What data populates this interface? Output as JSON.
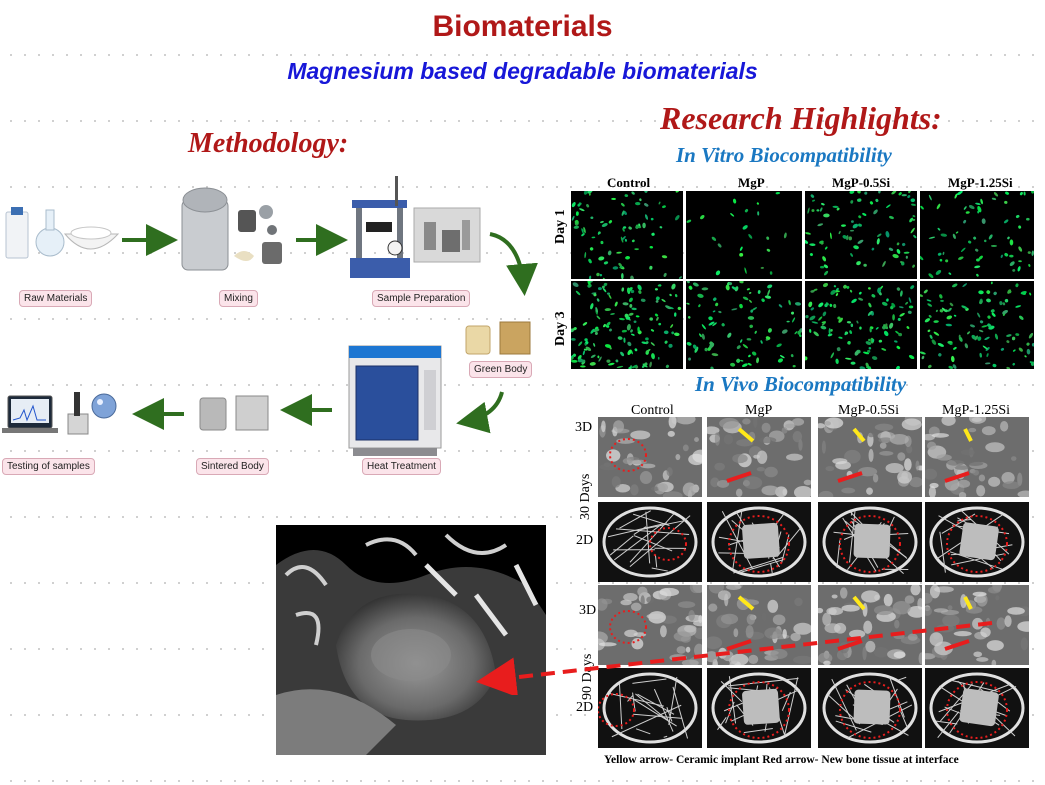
{
  "header": {
    "title": "Biomaterials",
    "subtitle": "Magnesium based degradable biomaterials"
  },
  "sections": {
    "methodology": "Methodology:",
    "research": "Research Highlights:",
    "in_vitro": "In Vitro Biocompatibility",
    "in_vivo": "In Vivo Biocompatibility"
  },
  "process_steps": [
    "Raw Materials",
    "Mixing",
    "Sample Preparation",
    "Green Body",
    "Heat Treatment",
    "Sintered Body",
    "Testing of samples"
  ],
  "vitro_grid": {
    "columns": [
      "Control",
      "MgP",
      "MgP-0.5Si",
      "MgP-1.25Si"
    ],
    "rows": [
      "Day 1",
      "Day 3"
    ]
  },
  "vivo_grid": {
    "columns": [
      "Control",
      "MgP",
      "MgP-0.5Si",
      "MgP-1.25Si"
    ],
    "row_labels": [
      "3D",
      "2D",
      "3D",
      "2D"
    ],
    "groups": [
      "30 Days",
      "90 Days"
    ]
  },
  "legend": "Yellow arrow- Ceramic implant  Red arrow- New bone tissue at interface",
  "colors": {
    "title": "#b01818",
    "subtitle": "#1717d8",
    "section_blue": "#1a78c2",
    "process_arrow": "#2f6e1f",
    "fluorescence": "#30d060",
    "yellow_arrow": "#ffe81a",
    "red_arrow": "#e81d1d"
  }
}
